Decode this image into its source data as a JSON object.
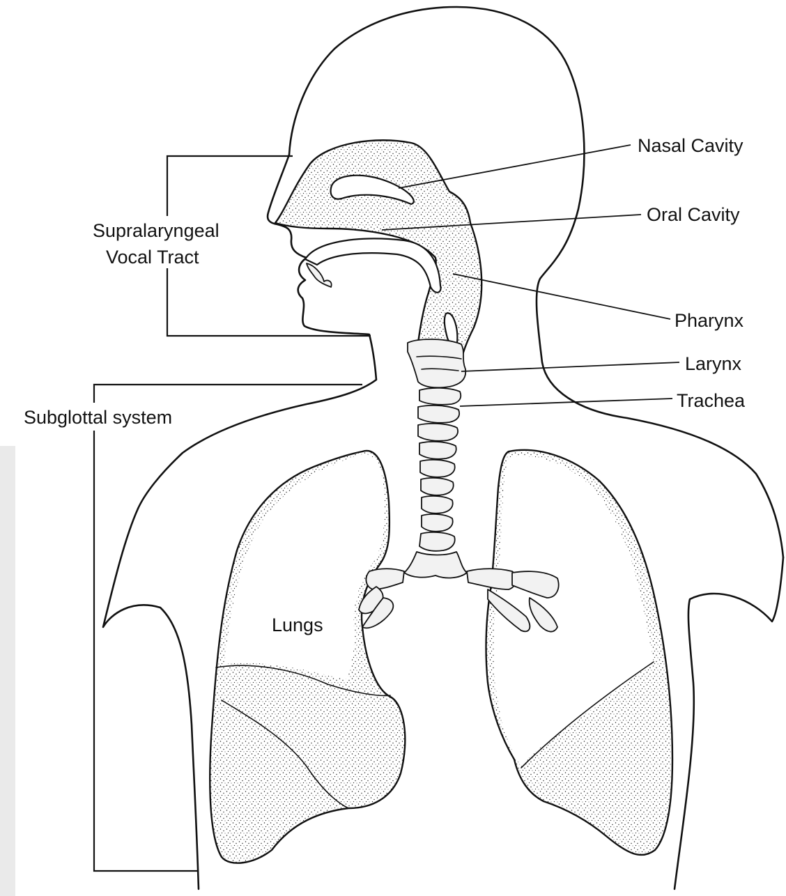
{
  "labels": {
    "nasal_cavity": "Nasal Cavity",
    "oral_cavity": "Oral Cavity",
    "pharynx": "Pharynx",
    "larynx": "Larynx",
    "trachea": "Trachea",
    "lungs": "Lungs",
    "supralaryngeal_line1": "Supralaryngeal",
    "supralaryngeal_line2": "Vocal Tract",
    "subglottal_system": "Subglottal system"
  },
  "colors": {
    "ink": "#111111",
    "paper": "#ffffff"
  }
}
